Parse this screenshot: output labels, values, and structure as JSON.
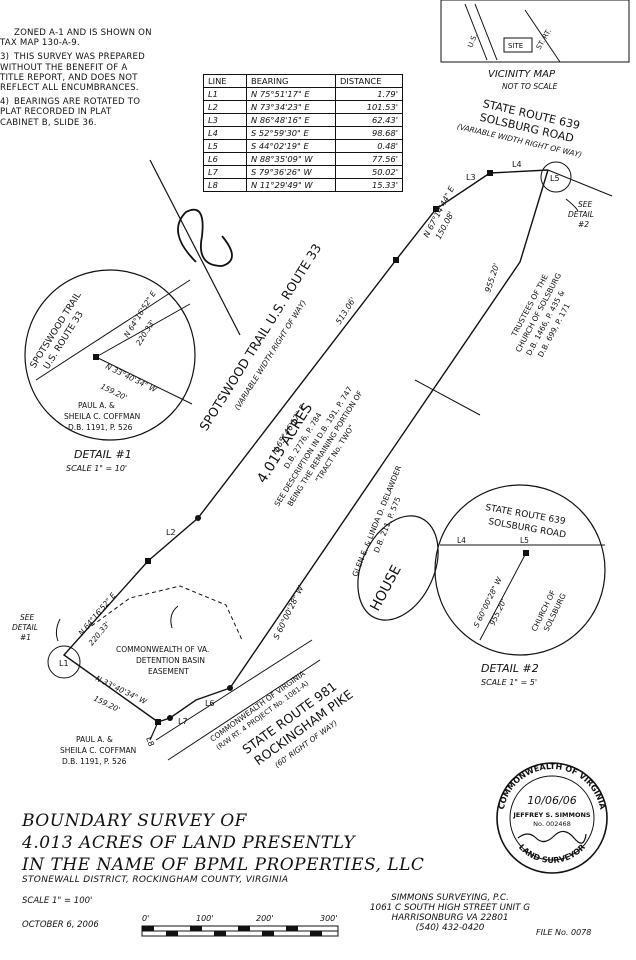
{
  "notes": [
    {
      "num": "",
      "text": "ZONED  A-1 AND IS SHOWN ON\nTAX MAP 130-A-9."
    },
    {
      "num": "3)",
      "text": "THIS SURVEY WAS PREPARED\nWITHOUT THE BENEFIT OF A\nTITLE REPORT, AND DOES NOT\nREFLECT ALL ENCUMBRANCES."
    },
    {
      "num": "4)",
      "text": "BEARINGS ARE ROTATED TO\nPLAT RECORDED IN PLAT\nCABINET B, SLIDE 36."
    }
  ],
  "line_table": {
    "headers": [
      "LINE",
      "BEARING",
      "DISTANCE"
    ],
    "rows": [
      [
        "L1",
        "N 75°51'17\" E",
        "1.79'"
      ],
      [
        "L2",
        "N 73°34'23\" E",
        "101.53'"
      ],
      [
        "L3",
        "N 86°48'16\" E",
        "62.43'"
      ],
      [
        "L4",
        "S 52°59'30\" E",
        "98.68'"
      ],
      [
        "L5",
        "S 44°02'19\" E",
        "0.48'"
      ],
      [
        "L6",
        "N 88°35'09\" W",
        "77.56'"
      ],
      [
        "L7",
        "S 79°36'26\" W",
        "50.02'"
      ],
      [
        "L8",
        "N 11°29'49\" W",
        "15.33'"
      ]
    ]
  },
  "vicinity": {
    "title": "VICINITY  MAP",
    "subtitle": "NOT TO SCALE",
    "labels": [
      "U.S.",
      "SITE",
      "ST. RT."
    ]
  },
  "route639": {
    "line1": "STATE ROUTE 639",
    "line2": "SOLSBURG ROAD",
    "line3": "(VARIABLE WIDTH RIGHT OF WAY)"
  },
  "spotswood": {
    "line1": "SPOTSWOOD TRAIL   U.S. ROUTE 33",
    "line2": "(VARIABLE WIDTH RIGHT OF WAY)"
  },
  "bearings": {
    "top_right": "N 67°14'44\" E",
    "top_right_dist": "150.08'",
    "main": "N 65°46'17\" E",
    "main_dist": "513.06'",
    "east": "955.20'",
    "south": "S 60°00'28\" W",
    "lower_left": "N 64°16'52\" E",
    "lower_left_dist": "220.33'",
    "bottom": "N 33°40'34\" W",
    "bottom_dist": "159.20'"
  },
  "line_labels": {
    "L1": "L1",
    "L2": "L2",
    "L3": "L3",
    "L4": "L4",
    "L5": "L5",
    "L6": "L6",
    "L7": "L7",
    "L8": "L8"
  },
  "parcel": {
    "acres": "4.013 ACRES",
    "deed": "D.B. 2776, P. 784",
    "desc1": "SEE DESCRIPTION IN D.B. 191, P. 747",
    "desc2": "BEING THE REMAINING PORTION OF",
    "desc3": "\"TRACT No. TWO\""
  },
  "church_east": {
    "line1": "TRUSTEES OF THE",
    "line2": "CHURCH OF SOLSBURG",
    "line3": "D.B. 1466, P. 435 &",
    "line4": "D.B. 699, P. 171"
  },
  "delawder": {
    "line1": "GLEN E. & LINDA D. DELAWDER",
    "line2": "D.B. 211, P. 575"
  },
  "house": "HOUSE",
  "coffman": {
    "line1": "PAUL A. &",
    "line2": "SHEILA C. COFFMAN",
    "line3": "D.B. 1191, P. 526"
  },
  "commonwealth_easement": {
    "line1": "COMMONWEALTH OF VA.",
    "line2": "DETENTION BASIN",
    "line3": "EASEMENT"
  },
  "commonwealth_row": {
    "line1": "COMMONWEALTH OF VIRGINIA",
    "line2": "(R/W RT. 4 PROJECT No. 1081-A)"
  },
  "route981": {
    "line1": "STATE ROUTE 981",
    "line2": "ROCKINGHAM PIKE",
    "line3": "(60' RIGHT OF WAY)"
  },
  "see_detail1": {
    "line1": "SEE",
    "line2": "DETAIL",
    "line3": "#1"
  },
  "see_detail2": {
    "line1": "SEE",
    "line2": "DETAIL",
    "line3": "#2"
  },
  "detail1": {
    "road1": "SPOTSWOOD TRAIL",
    "road2": "U.S. ROUTE 33",
    "bearing1": "N 64°16'52\" E",
    "dist1": "220.33'",
    "bearing2": "N 33°40'34\" W",
    "dist2": "159.20'",
    "owner1": "PAUL A. &",
    "owner2": "SHEILA C. COFFMAN",
    "owner3": "D.B. 1191, P. 526",
    "title": "DETAIL #1",
    "scale": "SCALE 1\" = 10'"
  },
  "detail2": {
    "road1": "STATE ROUTE 639",
    "road2": "SOLSBURG ROAD",
    "bearing": "S 60°00'28\" W",
    "dist": "955.20'",
    "church1": "CHURCH OF",
    "church2": "SOLSBURG",
    "title": "DETAIL #2",
    "scale": "SCALE 1\" = 5'"
  },
  "seal": {
    "top": "COMMONWEALTH OF VIRGINIA",
    "bottom": "LAND SURVEYOR",
    "date": "10/06/06",
    "name": "JEFFREY S. SIMMONS",
    "number": "No. 002468"
  },
  "title_block": {
    "line1": "BOUNDARY SURVEY OF",
    "line2": "4.013 ACRES OF LAND PRESENTLY",
    "line3": "IN THE NAME OF BPML PROPERTIES, LLC",
    "district": "STONEWALL DISTRICT, ROCKINGHAM COUNTY, VIRGINIA",
    "scale": "SCALE 1\" = 100'",
    "date": "OCTOBER  6, 2006"
  },
  "scale_bar": {
    "labels": [
      "0'",
      "100'",
      "200'",
      "300'"
    ]
  },
  "firm": {
    "name": "SIMMONS SURVEYING, P.C.",
    "address1": "1061 C SOUTH HIGH STREET UNIT G",
    "address2": "HARRISONBURG VA 22801",
    "phone": "(540) 432-0420"
  },
  "file_no": "FILE No. 0078"
}
